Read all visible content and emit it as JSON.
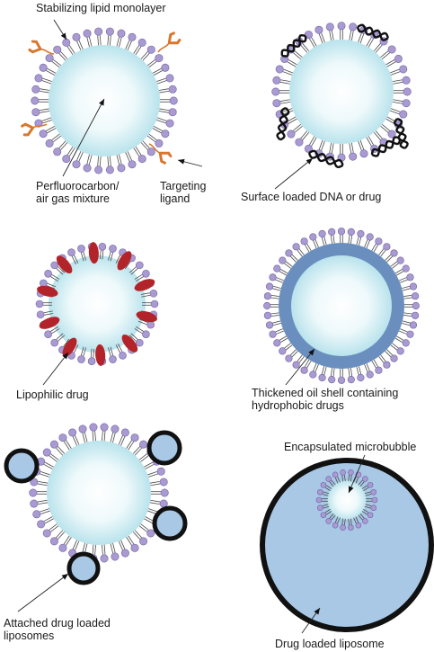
{
  "labels": {
    "monolayer": "Stabilizing lipid monolayer",
    "gas": [
      "Perfluorocarbon/",
      "air gas mixture"
    ],
    "ligand": [
      "Targeting",
      "ligand"
    ],
    "surface_dna": "Surface loaded DNA or drug",
    "lipophilic": "Lipophilic drug",
    "oil_shell": [
      "Thickened oil shell containing",
      "hydrophobic drugs"
    ],
    "attached": [
      "Attached drug loaded",
      "liposomes"
    ],
    "encapsulated": "Encapsulated microbubble",
    "drug_liposome": "Drug loaded liposome"
  },
  "colors": {
    "lipid_head": "#a99ad1",
    "lipid_edge": "#6f62a3",
    "ligand": "#d9772e",
    "lipophilic_drug": "#b3242a",
    "oil_shell": "#6a8fbf",
    "liposome_fill": "#a8c8e6",
    "core_center": "#ffffff",
    "core_edge": "#bfe6ee"
  },
  "icons": [
    "lipid-head-icon",
    "targeting-ligand-icon",
    "dna-strand-icon",
    "drug-ellipse-icon"
  ]
}
